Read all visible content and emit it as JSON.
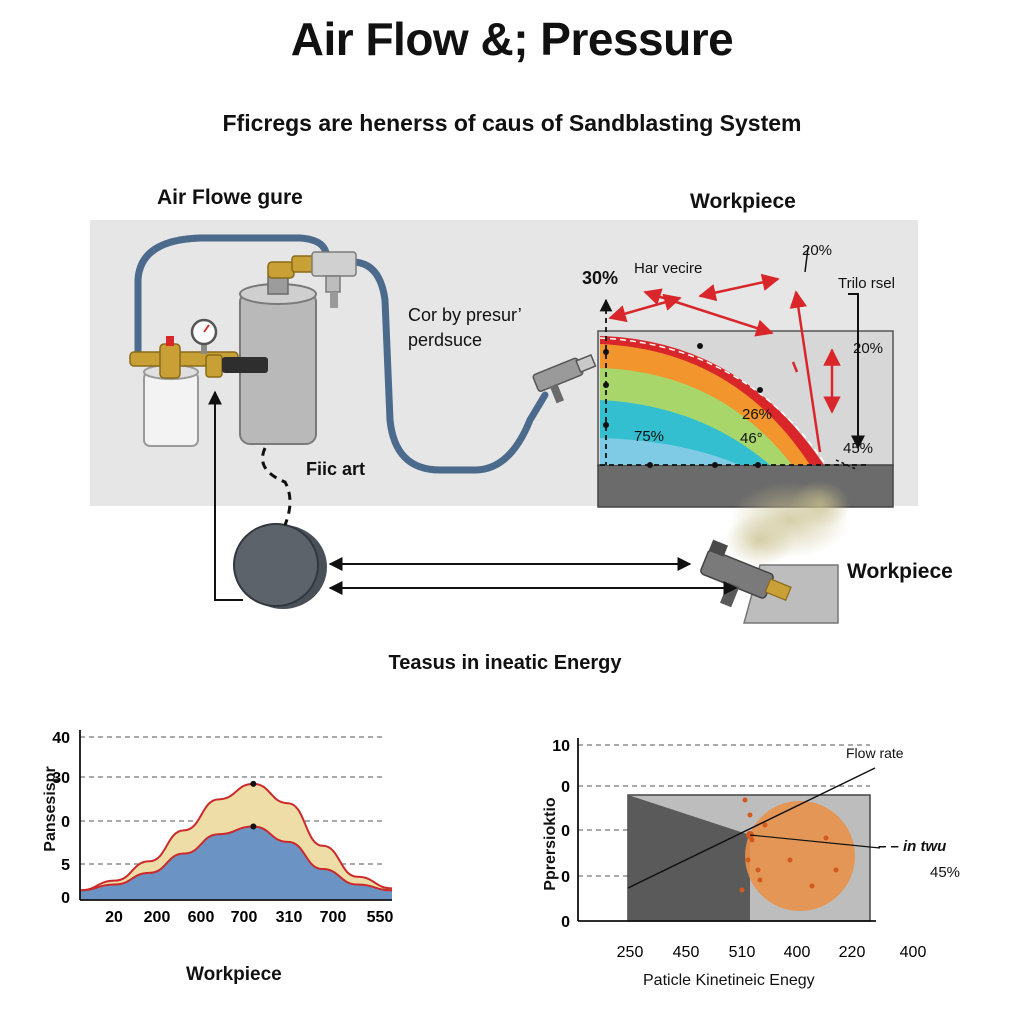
{
  "header": {
    "title": "Air Flow &; Pressure",
    "subtitle": "Fficregs are henerss of caus of Sandblasting System"
  },
  "diagram": {
    "labels": {
      "air_flow_figure": "Air Flowe gure",
      "workpiece_top": "Workpiece",
      "workpiece_right": "Workpiece",
      "filter_part": "Fiic art",
      "pressure_note_line1": "Cor by presur’",
      "pressure_note_line2": "perdsuce",
      "star_velocity": "Har vecire",
      "trilo_rel": "Trilo rsel"
    },
    "percentages": {
      "pct_30_top": "30%",
      "pct_20_top": "20%",
      "pct_20_right": "20%",
      "pct_26": "26%",
      "pct_75": "75%",
      "pct_46": "46°",
      "pct_45": "45%"
    },
    "kinetic_energy_heading": "Teasus in ineatic Energy",
    "colors": {
      "band_red": "#d9262a",
      "band_orange": "#f2952c",
      "band_green": "#a9d66a",
      "band_cyan": "#33bfcf",
      "band_blue": "#7fcbe6",
      "panel": "#e6e6e6",
      "tank": "#b9b9b9",
      "hose": "#4b6a8c",
      "brass": "#c9a035"
    }
  },
  "chart_left": {
    "ylabel": "Pansesispr",
    "xlabel": "Workpiece"
  },
  "chart_right": {
    "ylabel": "Pprersioktio",
    "xlabel": "Paticle Kinetineic Enegy",
    "annotations": {
      "flow_rate": "Flow rate",
      "in_two": "– – in twu",
      "pct_45": "45%"
    }
  },
  "chart_data": [
    {
      "type": "area",
      "title": "",
      "xlabel": "Workpiece",
      "ylabel": "Pansesispr",
      "y_ticks": [
        "40",
        "30",
        "0",
        "5",
        "0"
      ],
      "x_ticks": [
        "20",
        "200",
        "600",
        "700",
        "310",
        "700",
        "550"
      ],
      "series": [
        {
          "values": [
            2.5,
            5,
            10,
            18,
            26,
            30,
            25,
            14,
            6,
            3
          ]
        },
        {
          "values": [
            2.5,
            4,
            7,
            12,
            17,
            19,
            15,
            8,
            4,
            2.5
          ]
        }
      ],
      "grid": "dashed horizontal"
    },
    {
      "type": "scatter",
      "title": "",
      "xlabel": "Paticle Kinetineic Enegy",
      "ylabel": "Pprersioktio",
      "y_ticks": [
        "10",
        "0",
        "0",
        "0",
        "0"
      ],
      "x_ticks": [
        "250",
        "450",
        "510",
        "400",
        "220",
        "400"
      ],
      "grid": "dashed horizontal"
    }
  ]
}
